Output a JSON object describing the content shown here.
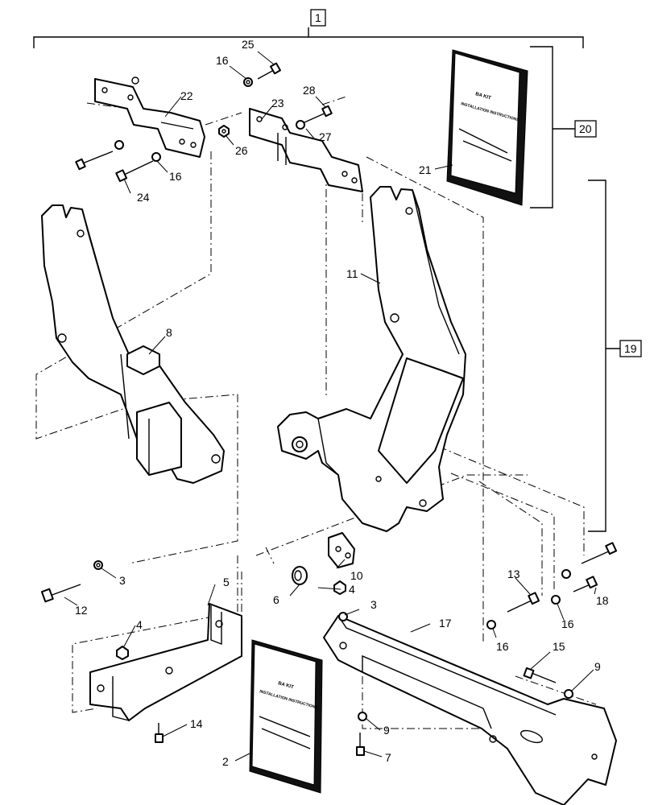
{
  "callouts": {
    "c1": "1",
    "c2": "2",
    "c3a": "3",
    "c3b": "3",
    "c4a": "4",
    "c4b": "4",
    "c5": "5",
    "c6": "6",
    "c7": "7",
    "c8": "8",
    "c9a": "9",
    "c9b": "9",
    "c10": "10",
    "c11": "11",
    "c12": "12",
    "c13": "13",
    "c14": "14",
    "c15": "15",
    "c16a": "16",
    "c16b": "16",
    "c16c": "16",
    "c16d": "16",
    "c17": "17",
    "c18": "18",
    "c19": "19",
    "c20": "20",
    "c21": "21",
    "c22": "22",
    "c23": "23",
    "c24": "24",
    "c25": "25",
    "c26": "26",
    "c27": "27",
    "c28": "28"
  },
  "book_text": {
    "line1": "BA KIT",
    "line2": "INSTALLATION INSTRUCTIONS"
  }
}
